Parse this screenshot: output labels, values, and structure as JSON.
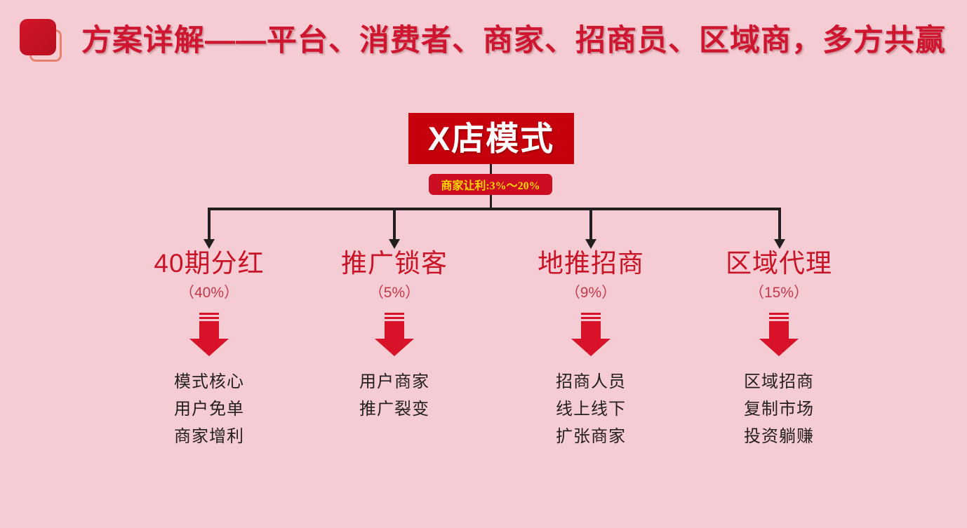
{
  "header": {
    "icon": "double-rounded-square-icon",
    "title": "方案详解——平台、消费者、商家、招商员、区域商，多方共赢"
  },
  "colors": {
    "background": "#f6ccd4",
    "brand_red": "#c81427",
    "root_box": "#c6000c",
    "badge_bg": "#cc0d22",
    "badge_text": "#ffd700",
    "connector": "#231f20",
    "arrow_red": "#d81228"
  },
  "diagram": {
    "root": {
      "label": "X店模式",
      "badge": "商家让利:3%～20%"
    },
    "branches": [
      {
        "title": "40期分红",
        "percent": "（40%）",
        "arrow": "down-arrow-icon",
        "lines": [
          "模式核心",
          "用户免单",
          "商家增利"
        ]
      },
      {
        "title": "推广锁客",
        "percent": "（5%）",
        "arrow": "down-arrow-icon",
        "lines": [
          "用户商家",
          "推广裂变"
        ]
      },
      {
        "title": "地推招商",
        "percent": "（9%）",
        "arrow": "down-arrow-icon",
        "lines": [
          "招商人员",
          "线上线下",
          "扩张商家"
        ]
      },
      {
        "title": "区域代理",
        "percent": "（15%）",
        "arrow": "down-arrow-icon",
        "lines": [
          "区域招商",
          "复制市场",
          "投资躺赚"
        ]
      }
    ]
  }
}
